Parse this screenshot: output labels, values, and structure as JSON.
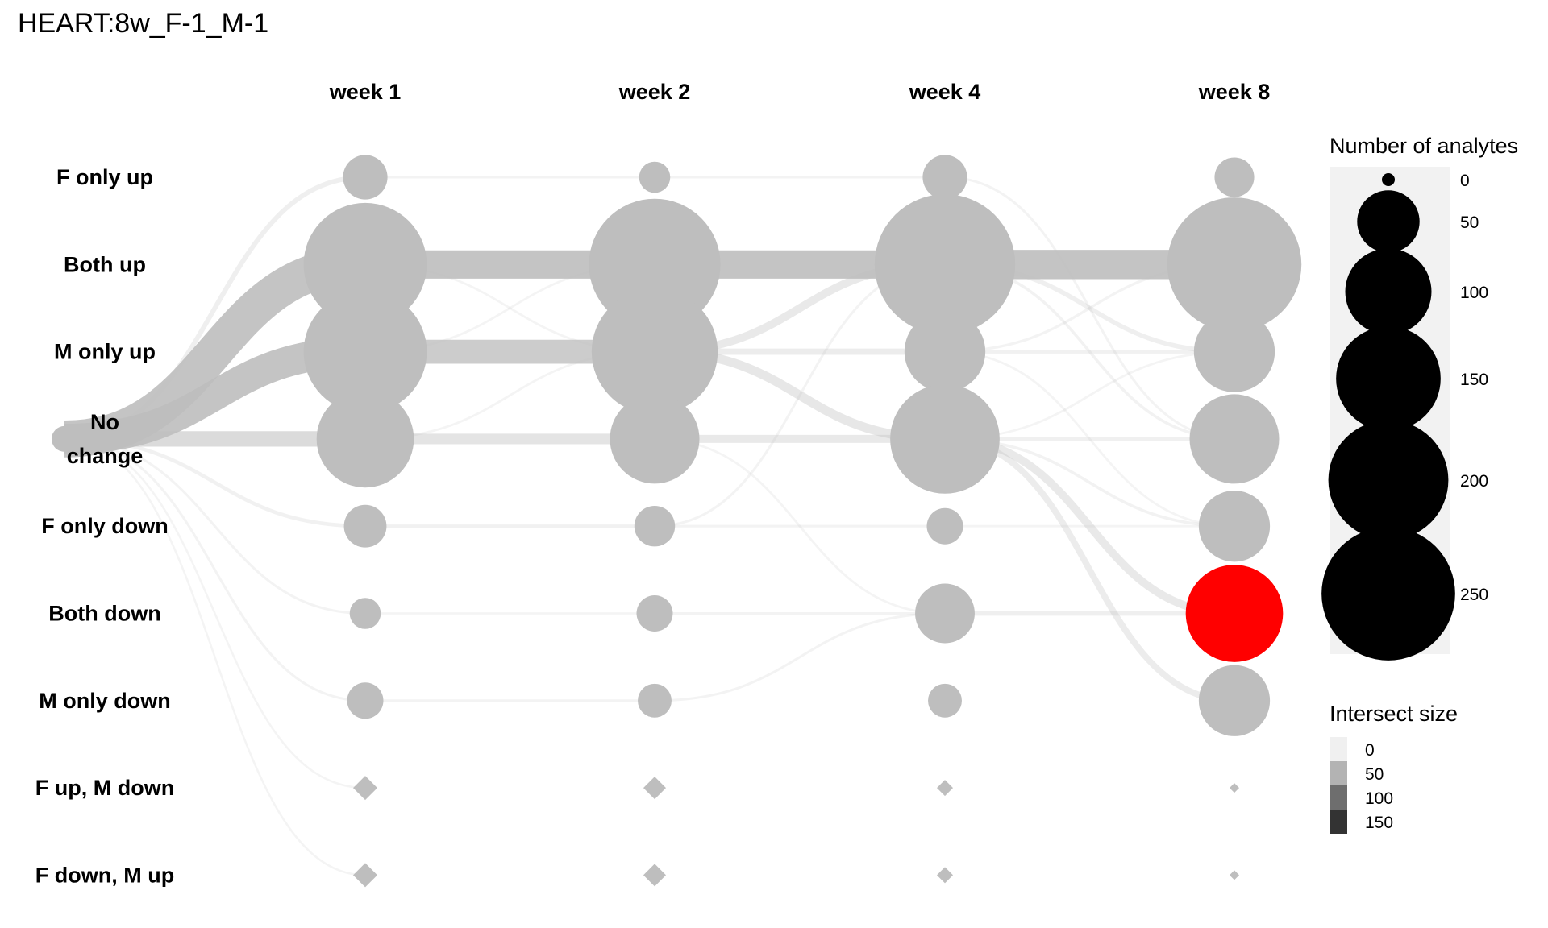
{
  "chart_data": {
    "type": "node-link",
    "title": "HEART:8w_F-1_M-1",
    "timepoints": [
      "week 1",
      "week 2",
      "week 4",
      "week 8"
    ],
    "states": [
      "F only up",
      "Both up",
      "M only up",
      "No change",
      "F only down",
      "Both down",
      "M only down",
      "F up, M down",
      "F down, M up"
    ],
    "start_state": "No change",
    "highlight_color": "#ff0000",
    "node_color": "#bebebe",
    "nodes": [
      {
        "state": "F only up",
        "time": "week 1",
        "size": 20
      },
      {
        "state": "F only up",
        "time": "week 2",
        "size": 8
      },
      {
        "state": "F only up",
        "time": "week 4",
        "size": 20
      },
      {
        "state": "F only up",
        "time": "week 8",
        "size": 15
      },
      {
        "state": "Both up",
        "time": "week 1",
        "size": 200
      },
      {
        "state": "Both up",
        "time": "week 2",
        "size": 230
      },
      {
        "state": "Both up",
        "time": "week 4",
        "size": 265
      },
      {
        "state": "Both up",
        "time": "week 8",
        "size": 240
      },
      {
        "state": "M only up",
        "time": "week 1",
        "size": 200
      },
      {
        "state": "M only up",
        "time": "week 2",
        "size": 210
      },
      {
        "state": "M only up",
        "time": "week 4",
        "size": 80
      },
      {
        "state": "M only up",
        "time": "week 8",
        "size": 80
      },
      {
        "state": "No change",
        "time": "week 1",
        "size": 120
      },
      {
        "state": "No change",
        "time": "week 2",
        "size": 100
      },
      {
        "state": "No change",
        "time": "week 4",
        "size": 155
      },
      {
        "state": "No change",
        "time": "week 8",
        "size": 100
      },
      {
        "state": "F only down",
        "time": "week 1",
        "size": 18
      },
      {
        "state": "F only down",
        "time": "week 2",
        "size": 16
      },
      {
        "state": "F only down",
        "time": "week 4",
        "size": 12
      },
      {
        "state": "F only down",
        "time": "week 8",
        "size": 60
      },
      {
        "state": "Both down",
        "time": "week 1",
        "size": 8
      },
      {
        "state": "Both down",
        "time": "week 2",
        "size": 12
      },
      {
        "state": "Both down",
        "time": "week 4",
        "size": 40
      },
      {
        "state": "Both down",
        "time": "week 8",
        "size": 120,
        "highlight": true
      },
      {
        "state": "M only down",
        "time": "week 1",
        "size": 12
      },
      {
        "state": "M only down",
        "time": "week 2",
        "size": 10
      },
      {
        "state": "M only down",
        "time": "week 4",
        "size": 10
      },
      {
        "state": "M only down",
        "time": "week 8",
        "size": 60
      },
      {
        "state": "F up, M down",
        "time": "week 1",
        "size": 0
      },
      {
        "state": "F up, M down",
        "time": "week 2",
        "size": 0
      },
      {
        "state": "F up, M down",
        "time": "week 4",
        "size": 0
      },
      {
        "state": "F up, M down",
        "time": "week 8",
        "size": 0
      },
      {
        "state": "F down, M up",
        "time": "week 1",
        "size": 0
      },
      {
        "state": "F down, M up",
        "time": "week 2",
        "size": 0
      },
      {
        "state": "F down, M up",
        "time": "week 4",
        "size": 0
      },
      {
        "state": "F down, M up",
        "time": "week 8",
        "size": 0
      }
    ],
    "edges": [
      {
        "from_state": "No change",
        "from_time": "start",
        "to_state": "Both up",
        "to_time": "week 1",
        "size": 165
      },
      {
        "from_state": "No change",
        "from_time": "start",
        "to_state": "M only up",
        "to_time": "week 1",
        "size": 135
      },
      {
        "from_state": "No change",
        "from_time": "start",
        "to_state": "No change",
        "to_time": "week 1",
        "size": 65
      },
      {
        "from_state": "No change",
        "from_time": "start",
        "to_state": "F only up",
        "to_time": "week 1",
        "size": 15
      },
      {
        "from_state": "No change",
        "from_time": "start",
        "to_state": "F only down",
        "to_time": "week 1",
        "size": 10
      },
      {
        "from_state": "No change",
        "from_time": "start",
        "to_state": "Both down",
        "to_time": "week 1",
        "size": 4
      },
      {
        "from_state": "No change",
        "from_time": "start",
        "to_state": "M only down",
        "to_time": "week 1",
        "size": 4
      },
      {
        "from_state": "No change",
        "from_time": "start",
        "to_state": "F up, M down",
        "to_time": "week 1",
        "size": 2
      },
      {
        "from_state": "No change",
        "from_time": "start",
        "to_state": "F down, M up",
        "to_time": "week 1",
        "size": 2
      },
      {
        "from_state": "Both up",
        "from_time": "week 1",
        "to_state": "Both up",
        "to_time": "week 2",
        "size": 125
      },
      {
        "from_state": "M only up",
        "from_time": "week 1",
        "to_state": "M only up",
        "to_time": "week 2",
        "size": 105
      },
      {
        "from_state": "No change",
        "from_time": "week 1",
        "to_state": "No change",
        "to_time": "week 2",
        "size": 42
      },
      {
        "from_state": "F only up",
        "from_time": "week 1",
        "to_state": "F only up",
        "to_time": "week 2",
        "size": 4
      },
      {
        "from_state": "F only down",
        "from_time": "week 1",
        "to_state": "F only down",
        "to_time": "week 2",
        "size": 8
      },
      {
        "from_state": "Both down",
        "from_time": "week 1",
        "to_state": "Both down",
        "to_time": "week 2",
        "size": 3
      },
      {
        "from_state": "M only down",
        "from_time": "week 1",
        "to_state": "M only down",
        "to_time": "week 2",
        "size": 4
      },
      {
        "from_state": "Both up",
        "from_time": "week 1",
        "to_state": "M only up",
        "to_time": "week 2",
        "size": 3
      },
      {
        "from_state": "M only up",
        "from_time": "week 1",
        "to_state": "Both up",
        "to_time": "week 2",
        "size": 3
      },
      {
        "from_state": "No change",
        "from_time": "week 1",
        "to_state": "M only up",
        "to_time": "week 2",
        "size": 3
      },
      {
        "from_state": "Both up",
        "from_time": "week 2",
        "to_state": "Both up",
        "to_time": "week 4",
        "size": 125
      },
      {
        "from_state": "M only up",
        "from_time": "week 2",
        "to_state": "Both up",
        "to_time": "week 4",
        "size": 30
      },
      {
        "from_state": "M only up",
        "from_time": "week 2",
        "to_state": "M only up",
        "to_time": "week 4",
        "size": 22
      },
      {
        "from_state": "M only up",
        "from_time": "week 2",
        "to_state": "No change",
        "to_time": "week 4",
        "size": 35
      },
      {
        "from_state": "No change",
        "from_time": "week 2",
        "to_state": "No change",
        "to_time": "week 4",
        "size": 30
      },
      {
        "from_state": "F only up",
        "from_time": "week 2",
        "to_state": "F only up",
        "to_time": "week 4",
        "size": 4
      },
      {
        "from_state": "F only down",
        "from_time": "week 2",
        "to_state": "Both up",
        "to_time": "week 4",
        "size": 4
      },
      {
        "from_state": "F only down",
        "from_time": "week 2",
        "to_state": "F only down",
        "to_time": "week 4",
        "size": 4
      },
      {
        "from_state": "Both down",
        "from_time": "week 2",
        "to_state": "Both down",
        "to_time": "week 4",
        "size": 4
      },
      {
        "from_state": "M only down",
        "from_time": "week 2",
        "to_state": "Both down",
        "to_time": "week 4",
        "size": 4
      },
      {
        "from_state": "No change",
        "from_time": "week 2",
        "to_state": "Both down",
        "to_time": "week 4",
        "size": 3
      },
      {
        "from_state": "Both up",
        "from_time": "week 4",
        "to_state": "Both up",
        "to_time": "week 8",
        "size": 130
      },
      {
        "from_state": "Both up",
        "from_time": "week 4",
        "to_state": "M only up",
        "to_time": "week 8",
        "size": 14
      },
      {
        "from_state": "Both up",
        "from_time": "week 4",
        "to_state": "No change",
        "to_time": "week 8",
        "size": 6
      },
      {
        "from_state": "M only up",
        "from_time": "week 4",
        "to_state": "Both up",
        "to_time": "week 8",
        "size": 5
      },
      {
        "from_state": "M only up",
        "from_time": "week 4",
        "to_state": "M only up",
        "to_time": "week 8",
        "size": 10
      },
      {
        "from_state": "No change",
        "from_time": "week 4",
        "to_state": "No change",
        "to_time": "week 8",
        "size": 12
      },
      {
        "from_state": "No change",
        "from_time": "week 4",
        "to_state": "Both down",
        "to_time": "week 8",
        "size": 30
      },
      {
        "from_state": "No change",
        "from_time": "week 4",
        "to_state": "M only down",
        "to_time": "week 8",
        "size": 22
      },
      {
        "from_state": "No change",
        "from_time": "week 4",
        "to_state": "F only down",
        "to_time": "week 8",
        "size": 6
      },
      {
        "from_state": "No change",
        "from_time": "week 4",
        "to_state": "M only up",
        "to_time": "week 8",
        "size": 3
      },
      {
        "from_state": "F only up",
        "from_time": "week 4",
        "to_state": "No change",
        "to_time": "week 8",
        "size": 4
      },
      {
        "from_state": "Both down",
        "from_time": "week 4",
        "to_state": "Both down",
        "to_time": "week 8",
        "size": 14
      },
      {
        "from_state": "F only down",
        "from_time": "week 4",
        "to_state": "F only down",
        "to_time": "week 8",
        "size": 3
      },
      {
        "from_state": "M only up",
        "from_time": "week 4",
        "to_state": "F only down",
        "to_time": "week 8",
        "size": 3
      }
    ],
    "legend_nodes": {
      "title": "Number of analytes",
      "ticks": [
        "0",
        "50",
        "100",
        "150",
        "200",
        "250"
      ],
      "values": [
        0,
        50,
        100,
        150,
        200,
        250
      ]
    },
    "legend_edges": {
      "title": "Intersect size",
      "ticks": [
        "0",
        "50",
        "100",
        "150"
      ],
      "values": [
        0,
        50,
        100,
        150
      ]
    }
  }
}
